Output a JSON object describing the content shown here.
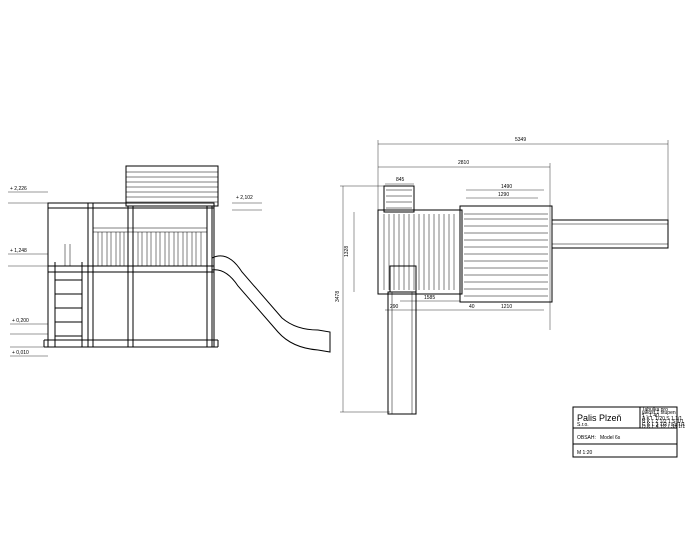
{
  "elevation": {
    "levels": [
      "+ 2,226",
      "+ 1,248",
      "+ 0,200",
      "+ 0,010"
    ],
    "roof_level": "+ 2,102"
  },
  "plan": {
    "dims": [
      "5349",
      "2810",
      "845",
      "1490",
      "1290",
      "1328",
      "3478",
      "1585",
      "290",
      "40",
      "1210"
    ]
  },
  "title_block": {
    "company": "Palis Plzeň",
    "sub": "S.r.o.",
    "obrah_label": "OBSAH:",
    "model": "Model 6s",
    "scale": "M 1:20",
    "notes": [
      "Tabulka pro",
      "jakost 1 stupen",
      "1 - 1 40",
      "A    K L 1/20 S 1 1/1",
      "B    K L 2 1/2 1 S 1/1",
      "C    K L 3 1/2 / Ss 1/1",
      "D    K L 4 1/2 / Ss 1/1"
    ]
  }
}
